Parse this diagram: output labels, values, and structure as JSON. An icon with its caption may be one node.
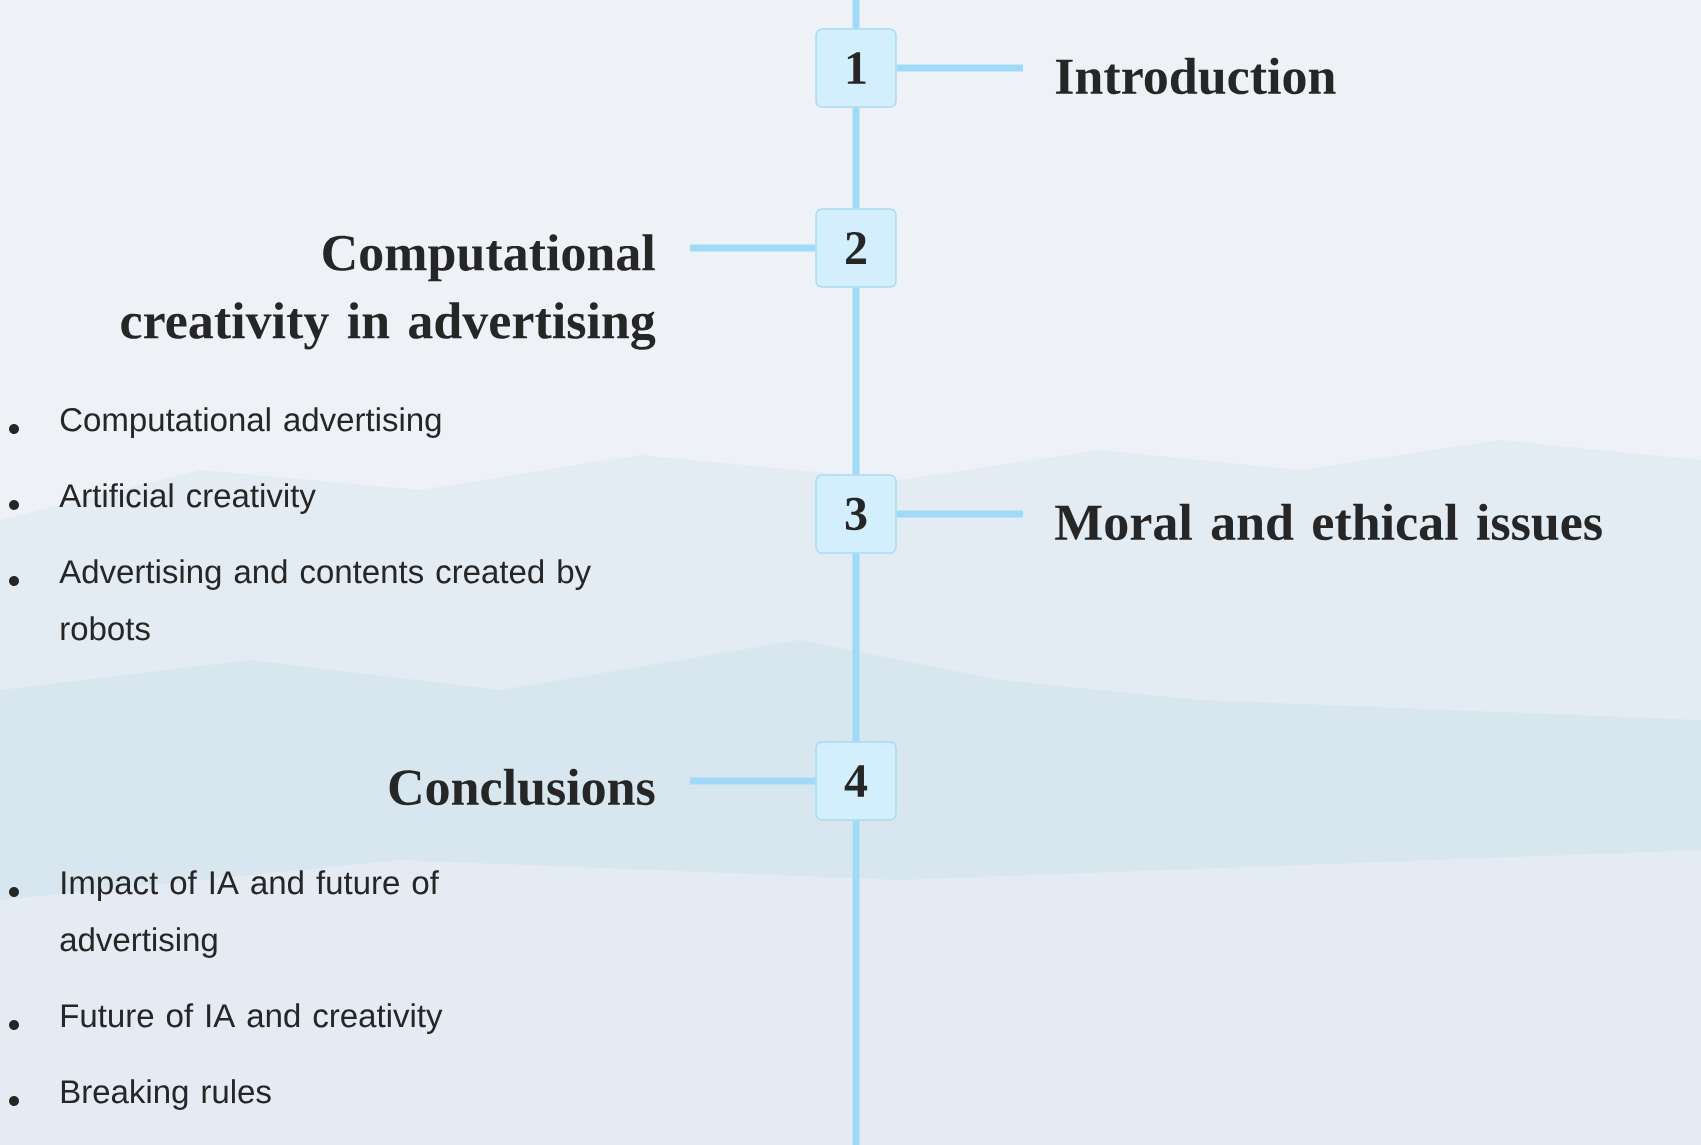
{
  "diagram": {
    "nodes": [
      {
        "text": [
          "1"
        ]
      },
      {
        "text": [
          "Introduction"
        ]
      },
      {
        "text": [
          "2"
        ]
      },
      {
        "text": [
          "Computational creativity in advertising"
        ]
      },
      {
        "text": [
          "3"
        ]
      },
      {
        "text": [
          "Moral and ethical issues"
        ]
      },
      {
        "text": [
          "4"
        ]
      },
      {
        "text": [
          "Conclusions"
        ]
      }
    ],
    "edges": [
      {
        "from": null,
        "to": 0,
        "arrow": "none"
      },
      {
        "from": 0,
        "to": 2,
        "arrow": "none"
      },
      {
        "from": 2,
        "to": 4,
        "arrow": "none"
      },
      {
        "from": 4,
        "to": 6,
        "arrow": "none"
      },
      {
        "from": 6,
        "to": null,
        "arrow": "none"
      },
      {
        "from": 0,
        "to": 1,
        "arrow": "none"
      },
      {
        "from": 2,
        "to": 3,
        "arrow": "none"
      },
      {
        "from": 4,
        "to": 5,
        "arrow": "none"
      },
      {
        "from": 6,
        "to": 7,
        "arrow": "none"
      }
    ],
    "labels": [
      "Computational advertising",
      "Artificial creativity",
      "Advertising and contents created by robots",
      "Impact of IA and future of advertising",
      "Future of IA and creativity",
      "Breaking rules"
    ]
  }
}
